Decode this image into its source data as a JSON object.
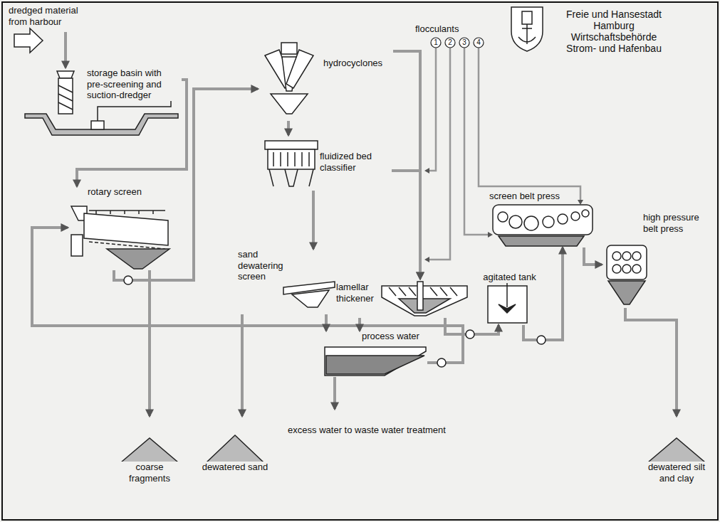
{
  "diagram": {
    "title": "Freie und Hansestadt Hamburg Wirtschaftsbehörde Strom- und Hafenbau",
    "nodes": [
      {
        "text": [
          "dredged material from harbour"
        ]
      },
      {
        "text": [
          "storage basin with pre-screening and suction-dredger"
        ]
      },
      {
        "text": [
          "rotary screen"
        ]
      },
      {
        "text": [
          "hydrocyclones"
        ]
      },
      {
        "text": [
          "fluidized bed classifier"
        ]
      },
      {
        "text": [
          "sand dewatering screen"
        ]
      },
      {
        "text": [
          "lamellar thickener"
        ]
      },
      {
        "text": [
          "agitated tank"
        ]
      },
      {
        "text": [
          "screen belt press"
        ]
      },
      {
        "text": [
          "high pressure belt press"
        ]
      },
      {
        "text": [
          "process water"
        ]
      },
      {
        "text": [
          "coarse fragments"
        ]
      },
      {
        "text": [
          "dewatered sand"
        ]
      },
      {
        "text": [
          "excess water to waste water treatment"
        ]
      },
      {
        "text": [
          "dewatered silt and clay"
        ]
      }
    ],
    "edges": [
      {
        "from": 0,
        "to": 1,
        "arrow": "to"
      },
      {
        "from": 1,
        "to": 2,
        "arrow": "to"
      },
      {
        "from": 2,
        "to": 3,
        "arrow": "to"
      },
      {
        "from": 3,
        "to": 4,
        "arrow": "to"
      },
      {
        "from": 4,
        "to": 5,
        "arrow": "to"
      },
      {
        "from": 2,
        "to": 11,
        "arrow": "to"
      },
      {
        "from": 5,
        "to": 12,
        "arrow": "to"
      },
      {
        "from": 3,
        "to": 6,
        "arrow": "to"
      },
      {
        "from": 4,
        "to": 6,
        "arrow": "to"
      },
      {
        "from": 6,
        "to": 7,
        "arrow": "to"
      },
      {
        "from": 7,
        "to": 8,
        "arrow": "to"
      },
      {
        "from": 8,
        "to": 9,
        "arrow": "to"
      },
      {
        "from": 9,
        "to": 14,
        "arrow": "to"
      },
      {
        "from": 10,
        "to": 13,
        "arrow": "to"
      },
      {
        "from": 10,
        "to": 2,
        "arrow": "to"
      },
      {
        "from": 6,
        "to": 10,
        "arrow": "to"
      },
      {
        "from": 5,
        "to": 10,
        "arrow": "to"
      }
    ],
    "labels": [
      "flocculants",
      "1",
      "2",
      "3",
      "4"
    ]
  }
}
